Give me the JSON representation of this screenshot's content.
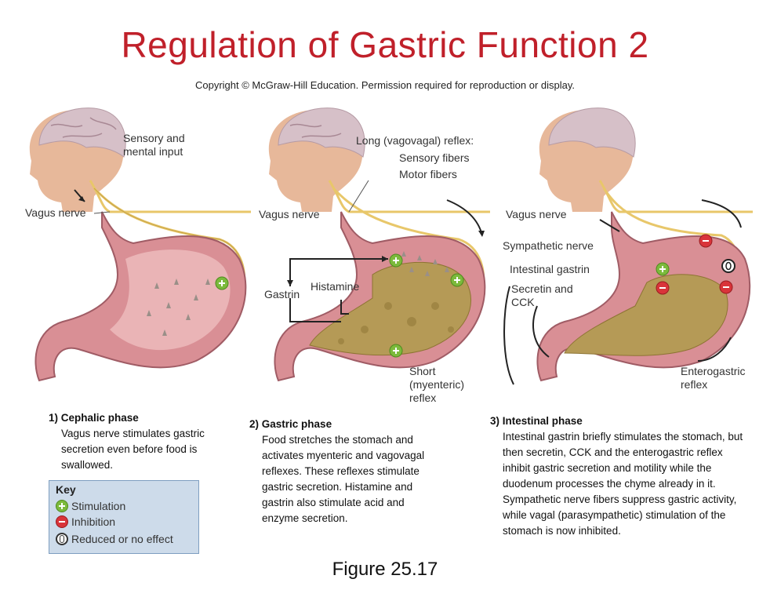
{
  "title": "Regulation of Gastric Function 2",
  "copyright": "Copyright © McGraw-Hill Education. Permission required for reproduction or display.",
  "panel1": {
    "labels": {
      "sensory": "Sensory and mental input",
      "vagus": "Vagus nerve"
    },
    "number": "1)",
    "heading": "Cephalic phase",
    "text": "Vagus nerve stimulates gastric secretion even before food is swallowed."
  },
  "panel2": {
    "labels": {
      "long_reflex": "Long (vagovagal) reflex:",
      "sensory_fibers": "Sensory fibers",
      "motor_fibers": "Motor fibers",
      "vagus": "Vagus nerve",
      "histamine": "Histamine",
      "gastrin": "Gastrin",
      "short_reflex": "Short (myenteric) reflex"
    },
    "number": "2)",
    "heading": "Gastric phase",
    "text": "Food stretches the stomach and activates myenteric and vagovagal reflexes. These reflexes stimulate gastric secretion. Histamine and gastrin also stimulate acid and enzyme secretion."
  },
  "panel3": {
    "labels": {
      "vagus": "Vagus nerve",
      "sympathetic": "Sympathetic nerve",
      "intestinal_gastrin": "Intestinal gastrin",
      "secretin_cck": "Secretin and CCK",
      "enterogastric": "Enterogastric reflex"
    },
    "number": "3)",
    "heading": "Intestinal phase",
    "text": "Intestinal gastrin briefly stimulates the stomach, but then secretin, CCK and the enterogastric reflex inhibit gastric secretion and motility while the duodenum processes the chyme already in it. Sympathetic nerve fibers suppress gastric activity, while vagal (parasympathetic) stimulation of the stomach is now inhibited."
  },
  "key": {
    "title": "Key",
    "stimulation": "Stimulation",
    "inhibition": "Inhibition",
    "reduced": "Reduced or no effect"
  },
  "figure_label": "Figure 25.17",
  "colors": {
    "title": "#c0202a",
    "stimulation": "#7cba3c",
    "inhibition": "#d9343a",
    "nerve": "#e8c76a",
    "stomach": "#d98f95",
    "chyme": "#b59a56",
    "key_bg": "#cddbea"
  }
}
